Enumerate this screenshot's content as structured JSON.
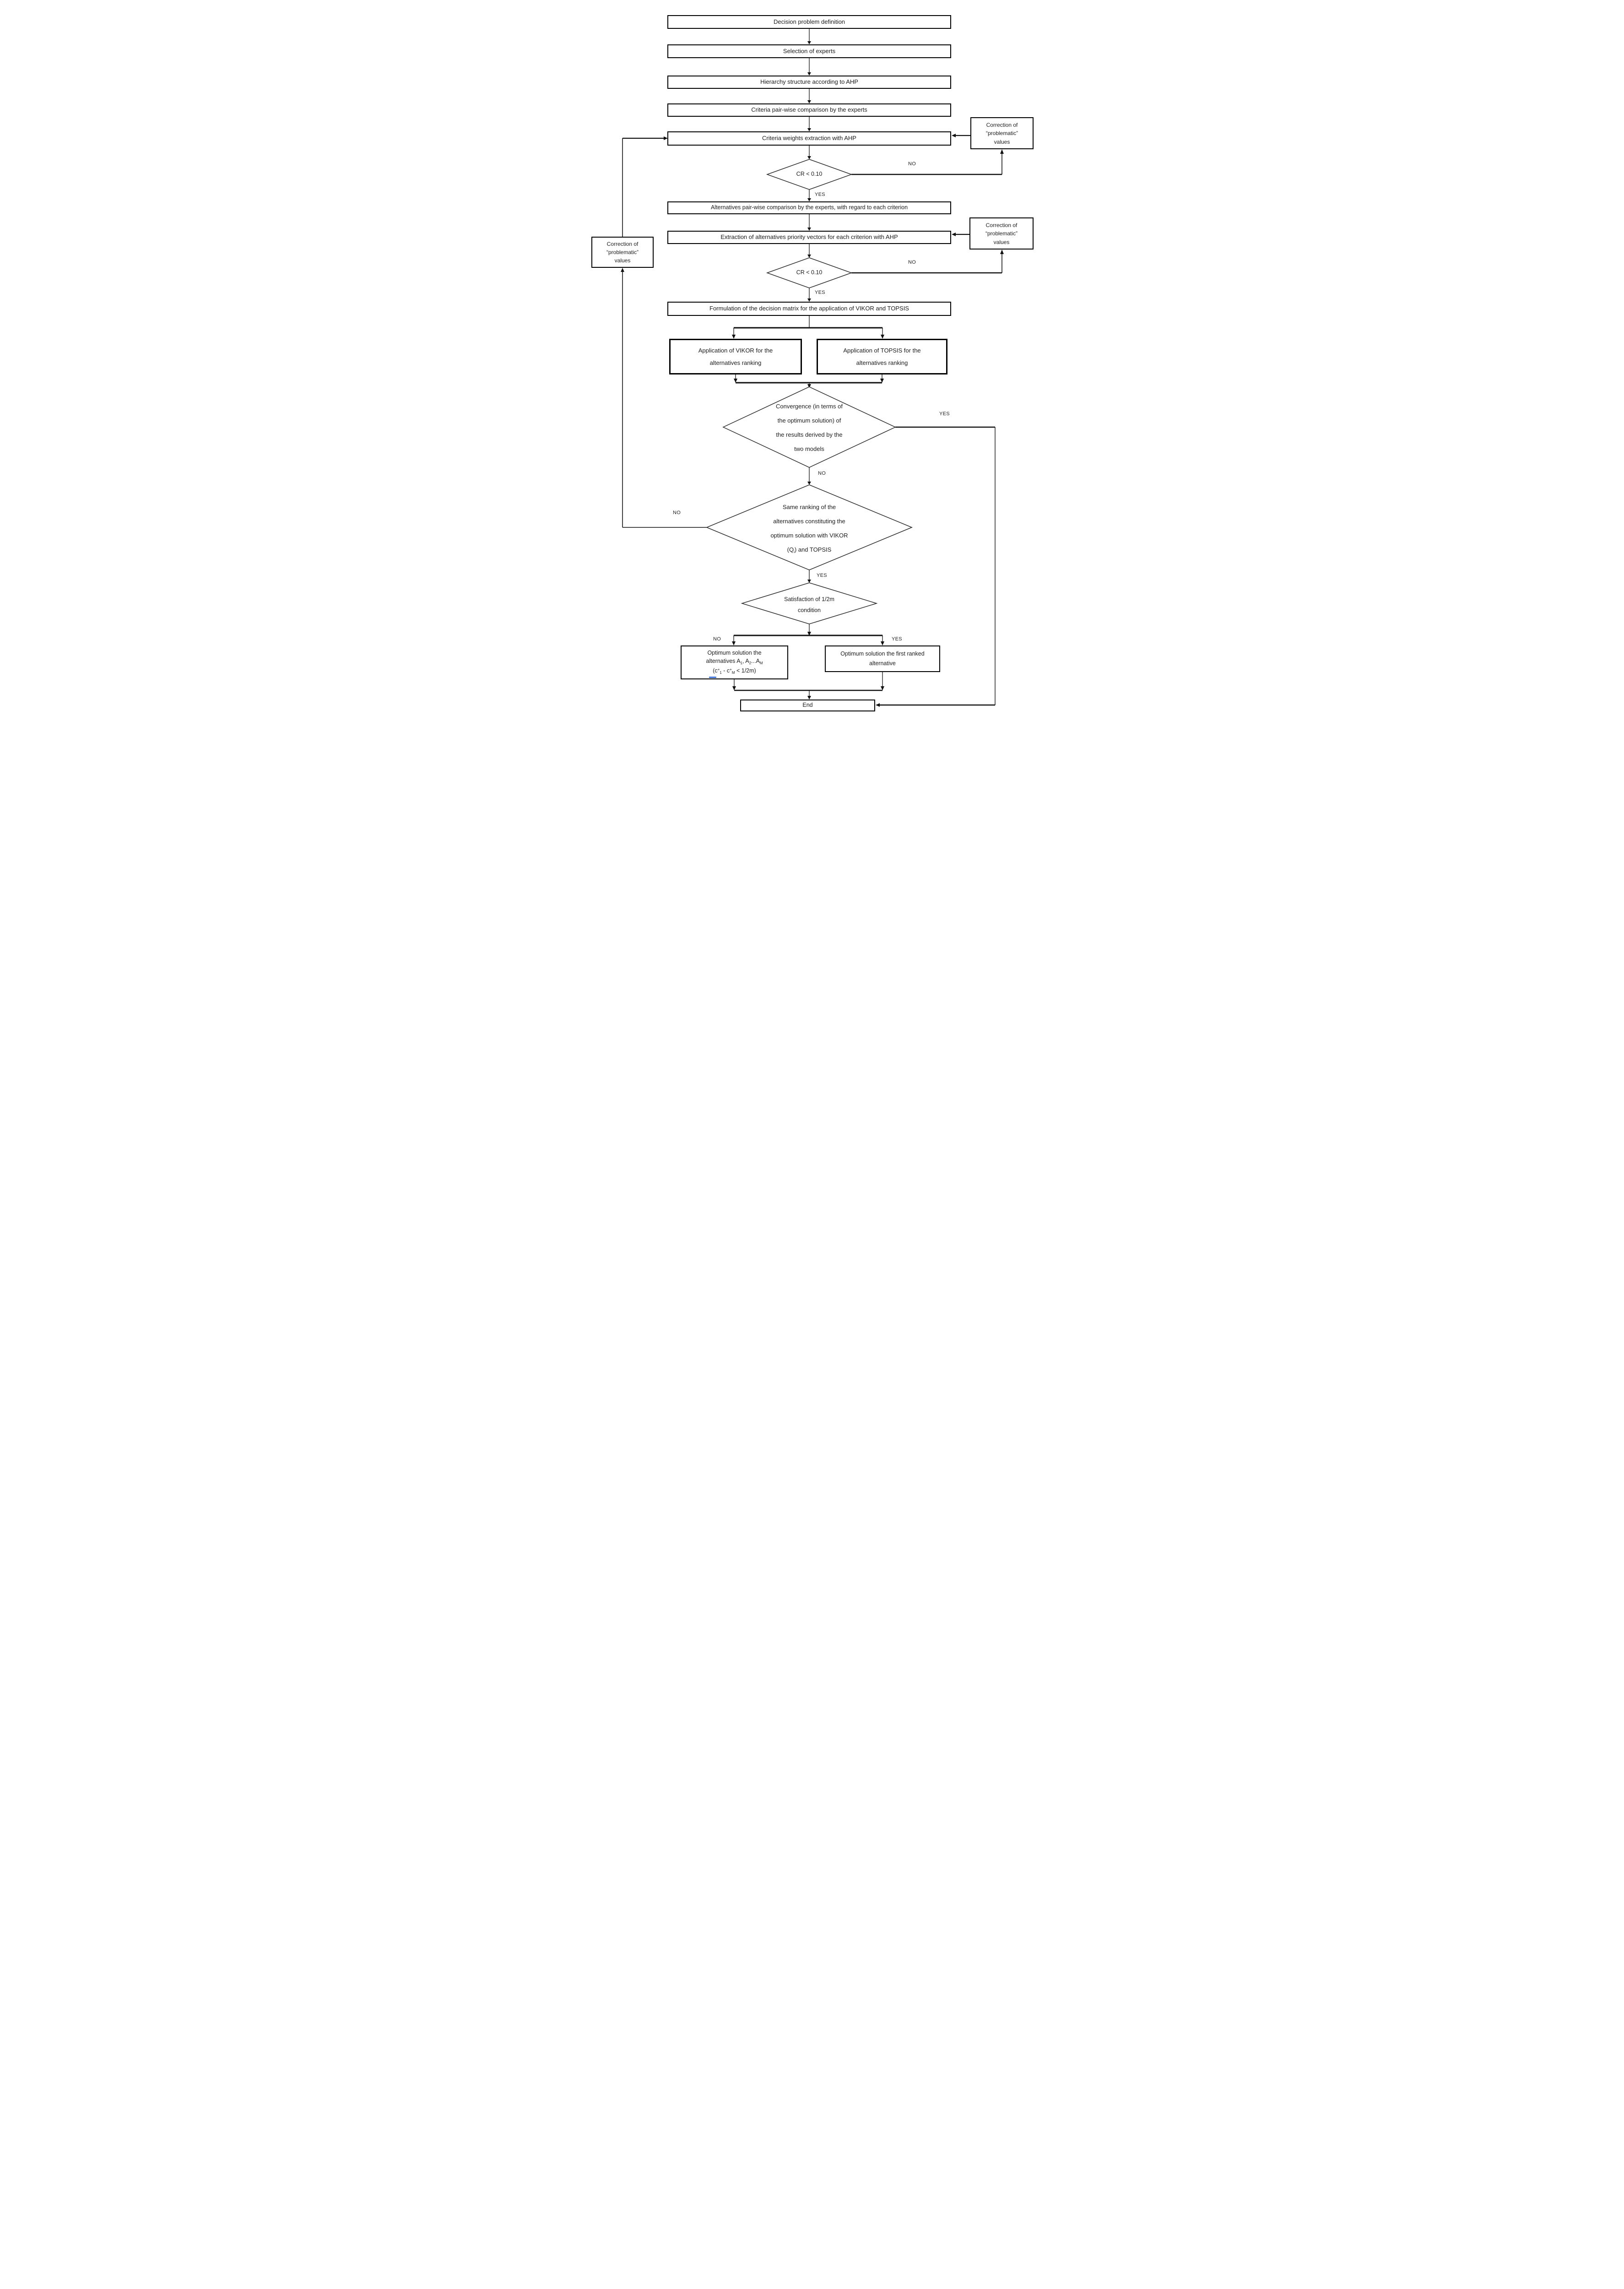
{
  "diagram": {
    "boxes": {
      "decision_problem": "Decision problem definition",
      "selection_experts": "Selection of experts",
      "hierarchy": "Hierarchy structure according to AHP",
      "criteria_pairwise": "Criteria pair-wise comparison by the experts",
      "criteria_weights": "Criteria weights extraction with AHP",
      "alternatives_pairwise": "Alternatives pair-wise comparison by the experts, with regard to each criterion",
      "priority_vectors": "Extraction of alternatives priority vectors for each criterion with AHP",
      "decision_matrix": "Formulation of the decision matrix for the application of VIKOR and TOPSIS",
      "vikor_line1": "Application of VIKOR for the",
      "vikor_line2": "alternatives ranking",
      "topsis_line1": "Application of TOPSIS for the",
      "topsis_line2": "alternatives ranking",
      "optimum_left_line1": "Optimum solution the",
      "optimum_left_line2": [
        "alternatives A",
        "1",
        ", A",
        "2",
        "...A",
        "M"
      ],
      "optimum_left_line3": [
        "(c",
        "+",
        "1",
        " - c",
        "+",
        "M",
        " < 1/2m)"
      ],
      "optimum_right_line1": "Optimum solution the first ranked",
      "optimum_right_line2": "alternative",
      "end": "End"
    },
    "correction_box": {
      "line1": "Correction of",
      "line2": "“problematic”",
      "line3": "values"
    },
    "decisions": {
      "cr_check": "CR < 0.10",
      "convergence": [
        "Convergence (in terms of",
        "the optimum solution) of",
        "the results derived by the",
        "two models"
      ],
      "same_ranking": [
        "Same ranking of the",
        "alternatives constituting the",
        "optimum solution with VIKOR"
      ],
      "same_ranking_line4": [
        "(Q",
        "i",
        ") and TOPSIS"
      ],
      "satisfaction_line1": "Satisfaction of 1/2m",
      "satisfaction_line2": "condition"
    },
    "branch_labels": {
      "yes": "YES",
      "no": "NO"
    }
  }
}
